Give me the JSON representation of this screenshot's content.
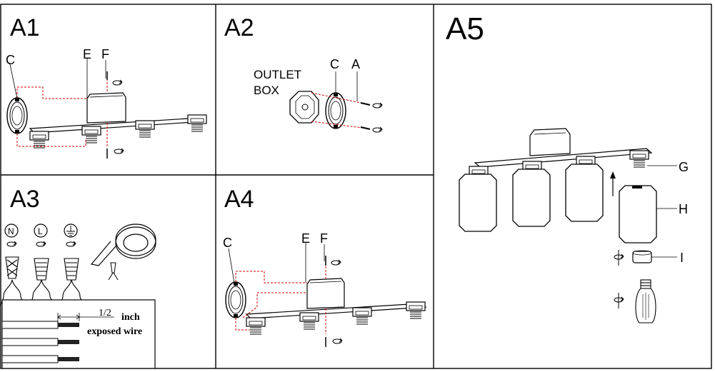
{
  "panels": [
    {
      "id": "A1",
      "label": "A1"
    },
    {
      "id": "A2",
      "label": "A2"
    },
    {
      "id": "A3",
      "label": "A3"
    },
    {
      "id": "A4",
      "label": "A4"
    },
    {
      "id": "A5",
      "label": "A5"
    }
  ],
  "a1": {
    "c": "C",
    "e": "E",
    "f": "F"
  },
  "a2": {
    "outlet_line1": "OUTLET",
    "outlet_line2": "BOX",
    "c": "C",
    "a": "A"
  },
  "a3": {
    "n": "N",
    "l": "L",
    "fraction": "1/2",
    "inch": "inch",
    "exposed": "exposed wire"
  },
  "a4": {
    "c": "C",
    "e": "E",
    "f": "F"
  },
  "a5": {
    "g": "G",
    "h": "H",
    "i": "I"
  },
  "colors": {
    "line": "#000000",
    "guide": "#cc0000",
    "panel_border": "#555555"
  }
}
